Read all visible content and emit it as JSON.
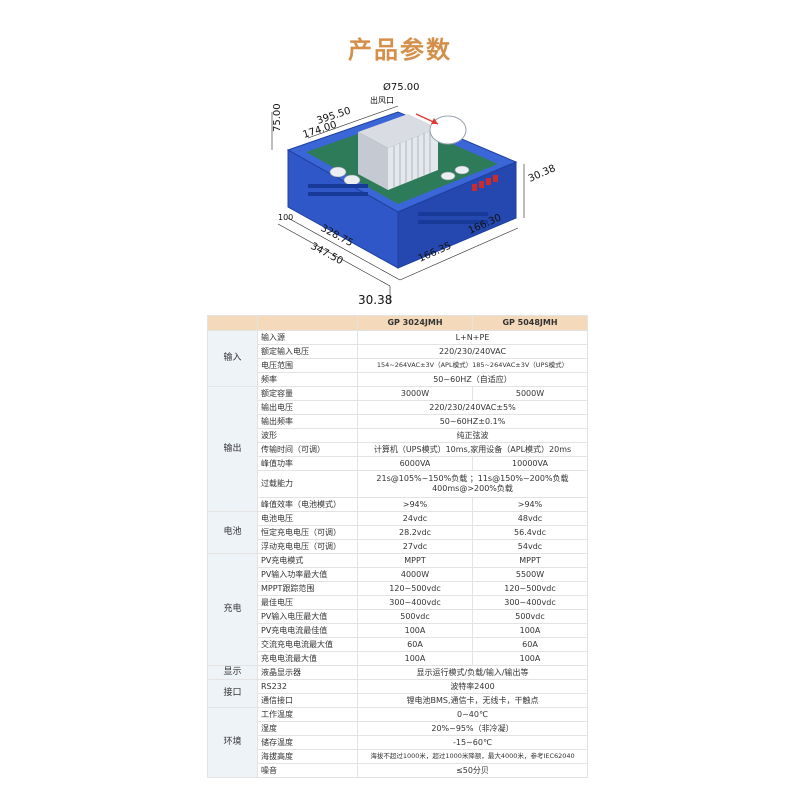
{
  "page_title": "产品参数",
  "diagram": {
    "dimensions": {
      "outlet_dia": "Ø75.00",
      "outlet_label": "出风口",
      "height": "75.00",
      "d_395": "395.50",
      "d_174": "174.00",
      "d_100": "100",
      "d_328": "328.75",
      "d_347": "347.50",
      "d_166a": "166.30",
      "d_166b": "166.35",
      "d_30a": "30.38",
      "d_30b": "30.38"
    }
  },
  "table": {
    "header": [
      "",
      "",
      "GP 3024JMH",
      "GP 5048JMH"
    ],
    "sections": [
      {
        "name": "输入",
        "rows": [
          {
            "label": "输入源",
            "merged": "L+N+PE"
          },
          {
            "label": "额定输入电压",
            "merged": "220/230/240VAC"
          },
          {
            "label": "电压范围",
            "merged": "154~264VAC±3V（APL模式）185~264VAC±3V（UPS模式）",
            "tiny": true
          },
          {
            "label": "频率",
            "merged": "50~60HZ（自适应）"
          }
        ]
      },
      {
        "name": "输出",
        "rows": [
          {
            "label": "额定容量",
            "v1": "3000W",
            "v2": "5000W"
          },
          {
            "label": "输出电压",
            "merged": "220/230/240VAC±5%"
          },
          {
            "label": "输出频率",
            "merged": "50~60HZ±0.1%"
          },
          {
            "label": "波形",
            "merged": "纯正弦波"
          },
          {
            "label": "传输时间（可调）",
            "merged": "计算机（UPS模式）10ms,家用设备（APL模式）20ms"
          },
          {
            "label": "峰值功率",
            "v1": "6000VA",
            "v2": "10000VA"
          },
          {
            "label": "过载能力",
            "merged": "21s@105%~150%负载 ；11s@150%~200%负载 400ms@>200%负载",
            "tall": true
          },
          {
            "label": "峰值效率（电池模式）",
            "v1": ">94%",
            "v2": ">94%"
          }
        ]
      },
      {
        "name": "电池",
        "rows": [
          {
            "label": "电池电压",
            "v1": "24vdc",
            "v2": "48vdc"
          },
          {
            "label": "恒定充电电压（可调）",
            "v1": "28.2vdc",
            "v2": "56.4vdc"
          },
          {
            "label": "浮动充电电压（可调）",
            "v1": "27vdc",
            "v2": "54vdc"
          }
        ]
      },
      {
        "name": "充电",
        "rows": [
          {
            "label": "PV充电模式",
            "v1": "MPPT",
            "v2": "MPPT"
          },
          {
            "label": "PV输入功率最大值",
            "v1": "4000W",
            "v2": "5500W"
          },
          {
            "label": "MPPT跟踪范围",
            "v1": "120~500vdc",
            "v2": "120~500vdc"
          },
          {
            "label": "最佳电压",
            "v1": "300~400vdc",
            "v2": "300~400vdc"
          },
          {
            "label": "PV输入电压最大值",
            "v1": "500vdc",
            "v2": "500vdc"
          },
          {
            "label": "PV充电电流最佳值",
            "v1": "100A",
            "v2": "100A"
          },
          {
            "label": "交流充电电流最大值",
            "v1": "60A",
            "v2": "60A"
          },
          {
            "label": "充电电流最大值",
            "v1": "100A",
            "v2": "100A"
          }
        ]
      },
      {
        "name": "显示",
        "rows": [
          {
            "label": "液晶显示器",
            "merged": "显示运行模式/负载/输入/输出等"
          }
        ]
      },
      {
        "name": "接口",
        "rows": [
          {
            "label": "RS232",
            "merged": "波特率2400"
          },
          {
            "label": "通信接口",
            "merged": "锂电池BMS,通信卡，无线卡，干触点"
          }
        ]
      },
      {
        "name": "环境",
        "rows": [
          {
            "label": "工作温度",
            "merged": "0~40℃"
          },
          {
            "label": "湿度",
            "merged": "20%~95%（非冷凝）"
          },
          {
            "label": "储存温度",
            "merged": "-15~60℃"
          },
          {
            "label": "海拔高度",
            "merged": "海拔不超过1000米，超过1000米降额，最大4000米，参考IEC62040",
            "tiny": true
          },
          {
            "label": "噪音",
            "merged": "≤50分贝"
          }
        ]
      }
    ]
  },
  "colors": {
    "title": "#d4904a",
    "header_bg": "#f5d9bb",
    "section_bg": "#eef3f8",
    "chassis_blue": "#2f57c7"
  }
}
